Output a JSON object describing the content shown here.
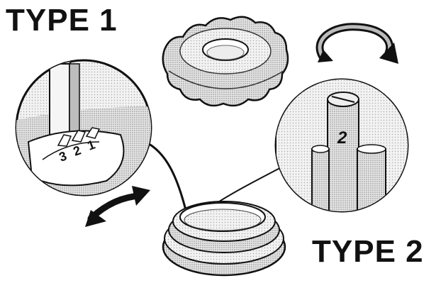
{
  "labels": {
    "type1": "TYPE 1",
    "type2": "TYPE 2"
  },
  "type1_scale": {
    "marks": [
      "3",
      "2",
      "1"
    ]
  },
  "type2_scale": {
    "mark": "2"
  },
  "icons": {
    "rotate_arrow": "circular-rotate-arrow-icon",
    "swing_arrow": "double-headed-curved-arrow-icon"
  },
  "colors": {
    "ink": "#111111",
    "shade": "#9a9a9a",
    "light_shade": "#cfcfcf",
    "paper": "#ffffff"
  }
}
